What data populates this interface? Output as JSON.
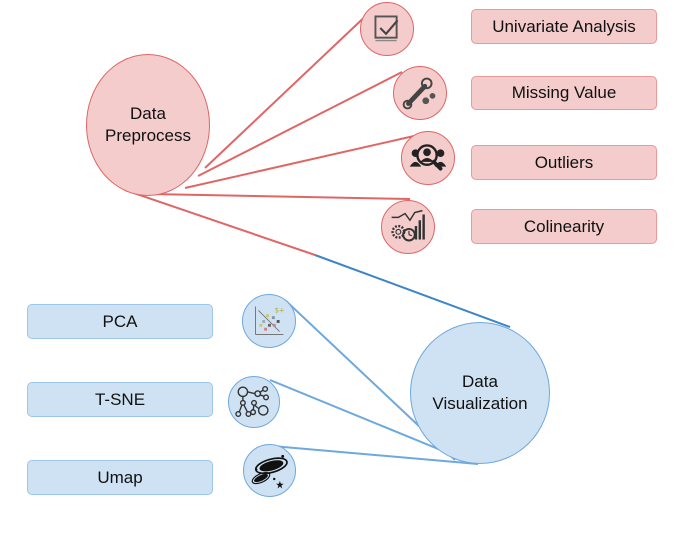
{
  "diagram": {
    "preprocess_node": {
      "label_line1": "Data",
      "label_line2": "Preprocess"
    },
    "visualization_node": {
      "label_line1": "Data",
      "label_line2": "Visualization"
    },
    "preprocess_items": [
      {
        "label": "Univariate Analysis",
        "icon": "checkbox-icon"
      },
      {
        "label": "Missing Value",
        "icon": "wrench-gears-icon"
      },
      {
        "label": "Outliers",
        "icon": "magnifier-people-icon"
      },
      {
        "label": "Colinearity",
        "icon": "chart-gears-icon"
      }
    ],
    "visualization_items": [
      {
        "label": "PCA",
        "icon": "scatter-plot-icon"
      },
      {
        "label": "T-SNE",
        "icon": "network-nodes-icon"
      },
      {
        "label": "Umap",
        "icon": "galaxy-icon"
      }
    ],
    "colors": {
      "red_fill": "#f4cccc",
      "red_stroke": "#e06666",
      "blue_fill": "#cfe2f3",
      "blue_stroke": "#6fa8dc",
      "connector_blue": "#3d85c6"
    }
  }
}
